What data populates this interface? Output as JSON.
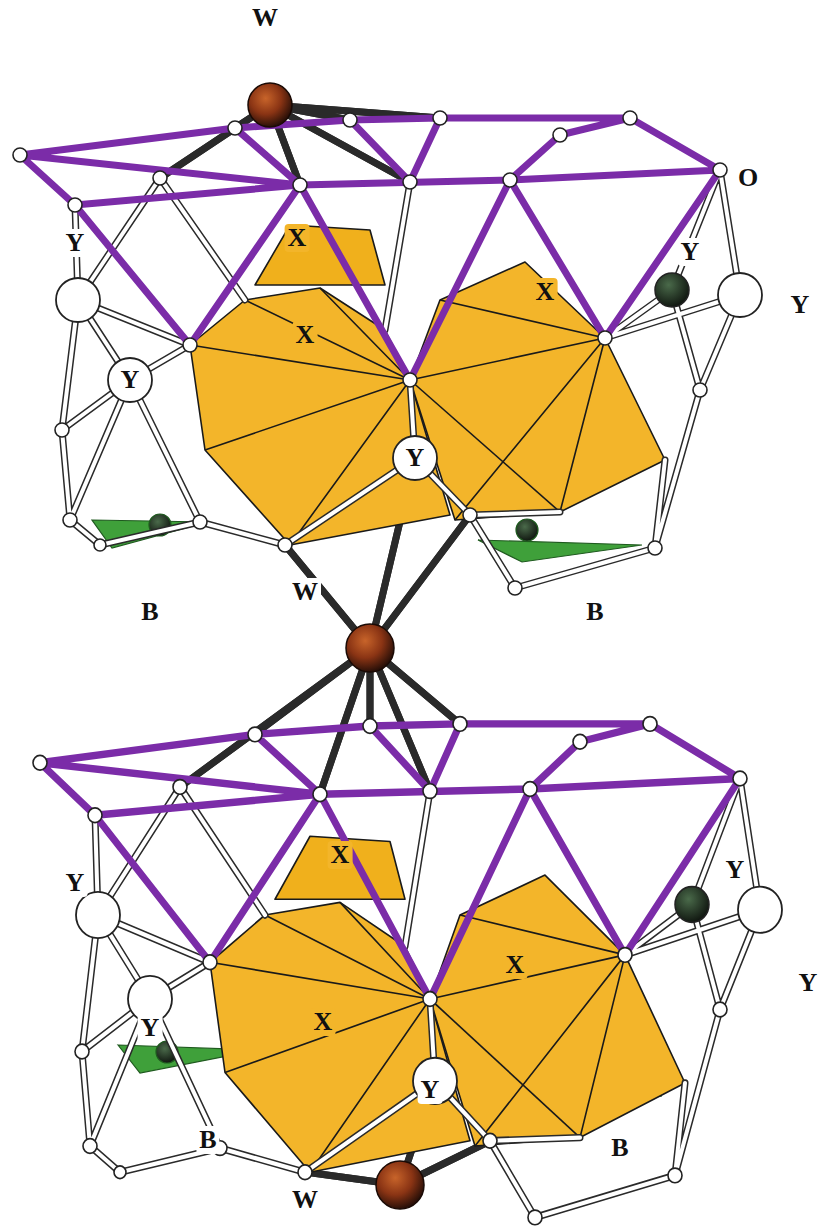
{
  "diagram": {
    "labels": [
      "W",
      "O",
      "X",
      "Y",
      "Y",
      "X",
      "Y",
      "X",
      "Y",
      "Y",
      "B",
      "W",
      "B",
      "X",
      "Y",
      "Y",
      "X",
      "Y",
      "Y",
      "X",
      "Y",
      "B",
      "B",
      "W"
    ]
  }
}
